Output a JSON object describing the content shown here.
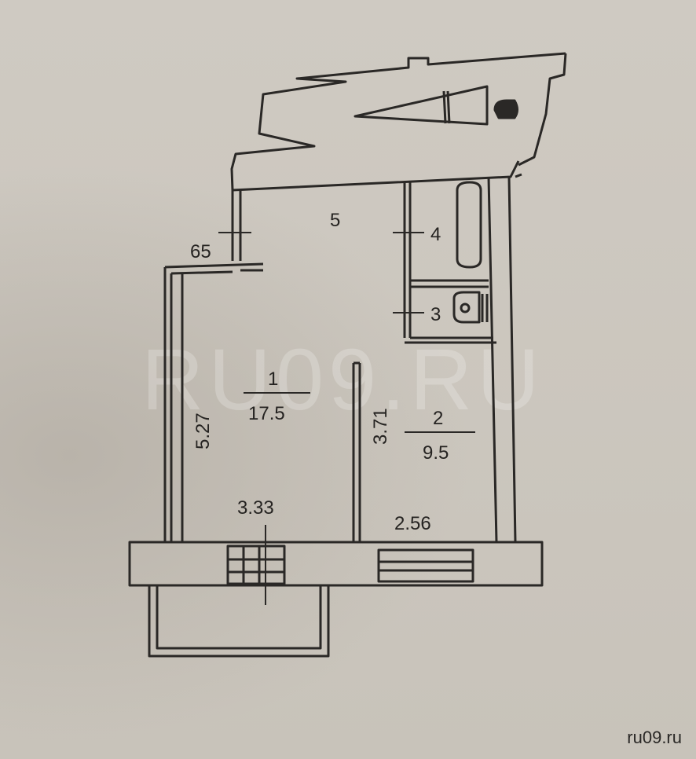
{
  "plan": {
    "rooms": [
      {
        "number": "1",
        "area": "17.5"
      },
      {
        "number": "2",
        "area": "9.5"
      },
      {
        "number": "3"
      },
      {
        "number": "4"
      },
      {
        "number": "5"
      }
    ],
    "dimensions": {
      "room1_height": "5.27",
      "room1_width": "3.33",
      "room2_height": "3.71",
      "room2_width": "2.56",
      "door_width": "65"
    }
  },
  "watermark": "RU09.RU",
  "site_label": "ru09.ru"
}
